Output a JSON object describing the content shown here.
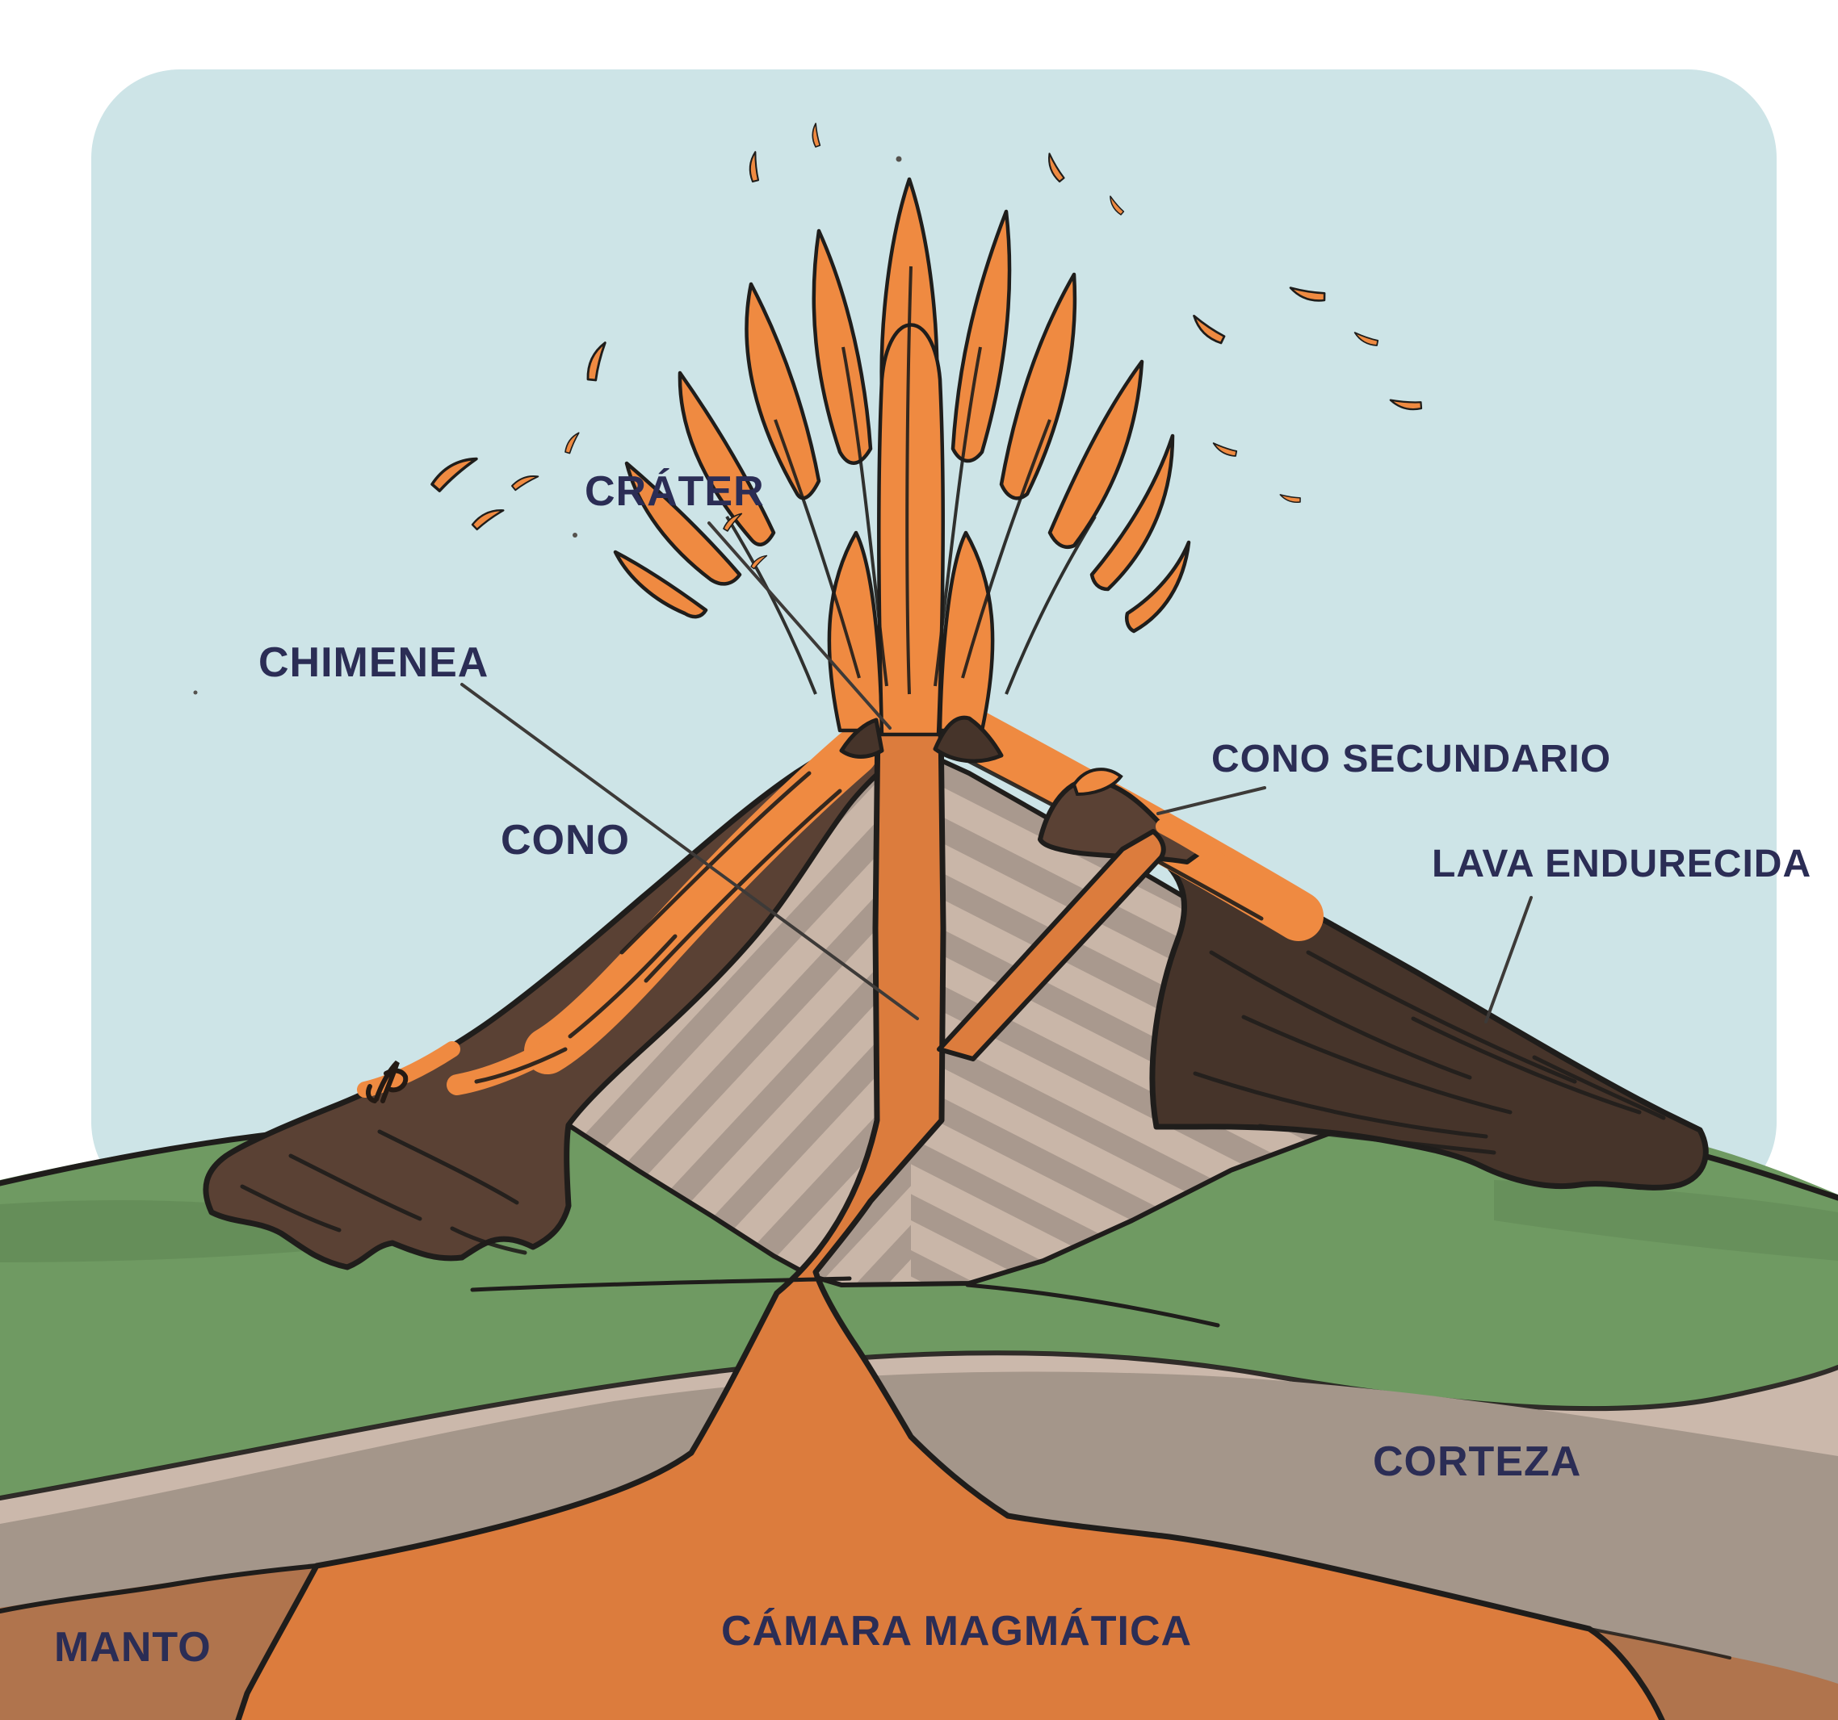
{
  "diagram": {
    "type": "volcano-cross-section",
    "language": "es",
    "labels": {
      "crater": "CRÁTER",
      "chimney": "CHIMENEA",
      "cone": "CONO",
      "secondary_cone": "CONO SECUNDARIO",
      "hardened_lava": "LAVA ENDURECIDA",
      "crust": "CORTEZA",
      "mantle": "MANTO",
      "magma_chamber": "CÁMARA MAGMÁTICA"
    },
    "colors": {
      "sky": "#cde4e7",
      "grass": "#6f9a62",
      "crust_light": "#cbb8ab",
      "crust_dark": "#a4968a",
      "mantle": "#b0744d",
      "magma": "#dc7c3d",
      "lava": "#ef8a41",
      "rock": "#5a4134",
      "rock_deep": "#46342a",
      "face_tan": "#c9b6a8",
      "face_stripe": "#a3948a",
      "ink": "#1f1d1b",
      "label": "#2b2d55",
      "line": "#3d3a38"
    }
  }
}
